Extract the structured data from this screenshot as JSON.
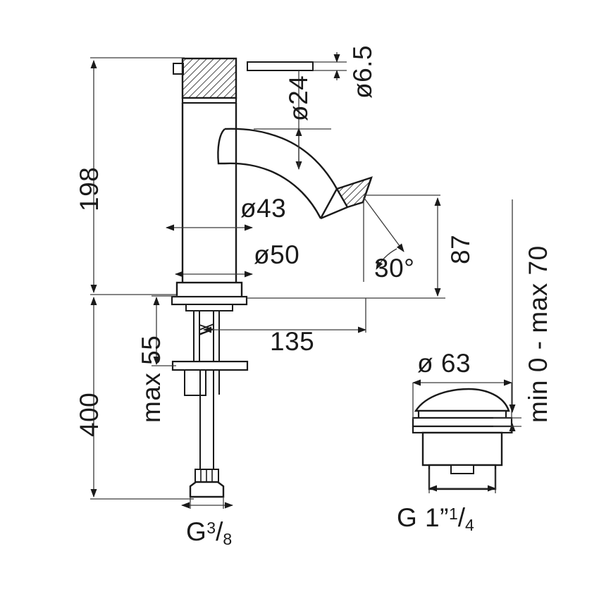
{
  "drawing": {
    "title": "Single-lever basin mixer technical dimension drawing",
    "units": "mm",
    "line_color": "#1a1a1a",
    "hatch_color": "#1a1a1a",
    "background": "#ffffff"
  },
  "dimensions": {
    "height_to_spout_top": "198",
    "total_height_with_tails": "400",
    "max_mounting_thickness": "max 55",
    "spout_reach": "135",
    "spout_outlet_height": "87",
    "body_diameter_upper": "ø43",
    "body_diameter_base": "ø50",
    "spout_tube_diameter": "ø24",
    "lever_rod_diameter": "ø6.5",
    "spout_outlet_angle": "30°",
    "inlet_thread": "G",
    "inlet_thread_sup": "3",
    "inlet_thread_sub": "8",
    "waste_cap_diameter": "ø 63",
    "waste_thread": "G 1",
    "waste_thread_quote": "”",
    "waste_thread_sup": "1",
    "waste_thread_sub": "4",
    "waste_adjust_range": "min 0 - max 70"
  },
  "labels": [
    {
      "id": "dim-198",
      "text": "198",
      "orientation": "vertical"
    },
    {
      "id": "dim-400",
      "text": "400",
      "orientation": "vertical"
    },
    {
      "id": "dim-max55",
      "text": "max 55",
      "orientation": "vertical"
    },
    {
      "id": "dim-135",
      "text": "135",
      "orientation": "horizontal"
    },
    {
      "id": "dim-87",
      "text": "87",
      "orientation": "vertical"
    },
    {
      "id": "dim-d43",
      "text": "ø43",
      "orientation": "horizontal"
    },
    {
      "id": "dim-d50",
      "text": "ø50",
      "orientation": "horizontal"
    },
    {
      "id": "dim-d24",
      "text": "ø24",
      "orientation": "vertical"
    },
    {
      "id": "dim-d65",
      "text": "ø6.5",
      "orientation": "vertical"
    },
    {
      "id": "dim-angle30",
      "text": "30°",
      "orientation": "horizontal"
    },
    {
      "id": "dim-d63",
      "text": "ø 63",
      "orientation": "horizontal"
    },
    {
      "id": "dim-minmax70",
      "text": "min 0 - max 70",
      "orientation": "vertical"
    }
  ]
}
